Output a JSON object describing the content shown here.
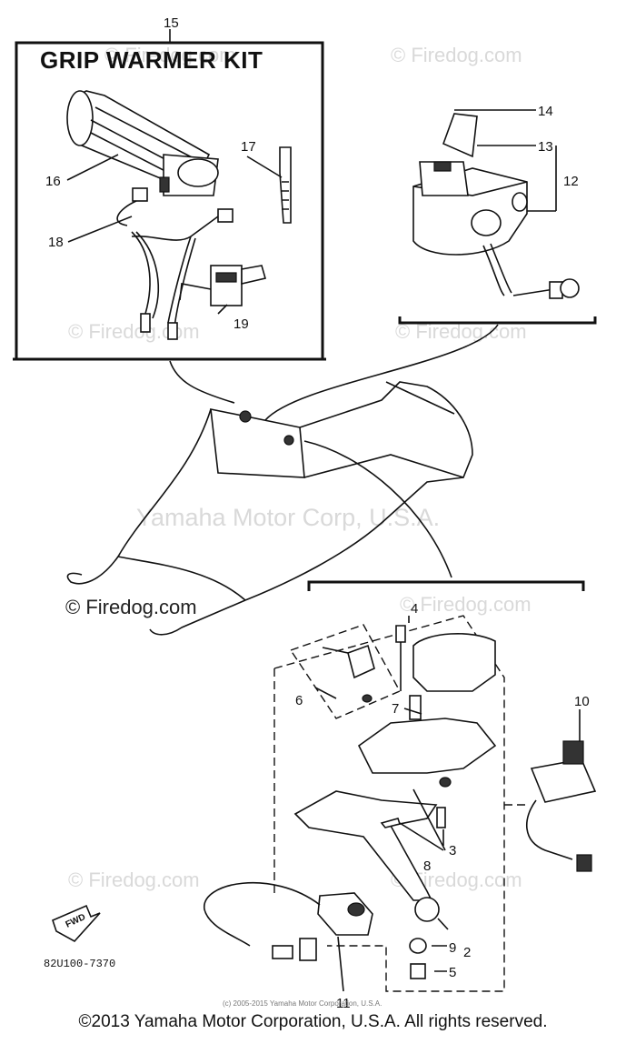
{
  "kit_title": "GRIP WARMER KIT",
  "callouts": {
    "c1": "15",
    "c2": "16",
    "c3": "17",
    "c4": "18",
    "c5": "19",
    "c6": "14",
    "c7": "13",
    "c8": "12",
    "c9": "4",
    "c10": "6",
    "c11": "7",
    "c12": "10",
    "c13": "3",
    "c14": "8",
    "c15": "9",
    "c16": "2",
    "c17": "5",
    "c18": "11"
  },
  "fwd_label": "FWD",
  "part_code": "82U100-7370",
  "watermarks": {
    "w1": "© Firedog.com",
    "w2": "© Firedog.com",
    "w3": "© Firedog.com",
    "w4": "© Firedog.com",
    "w5": "© Firedog.com",
    "w6": "© Firedog.com",
    "w7": "© Firedog.com",
    "w8": "© Firedog.com",
    "w9": "Yamaha Motor Corp, U.S.A."
  },
  "small_copyright": "(c) 2005-2015 Yamaha Motor Corporation, U.S.A.",
  "footer_copyright": "©2013 Yamaha Motor Corporation, U.S.A. All rights reserved."
}
